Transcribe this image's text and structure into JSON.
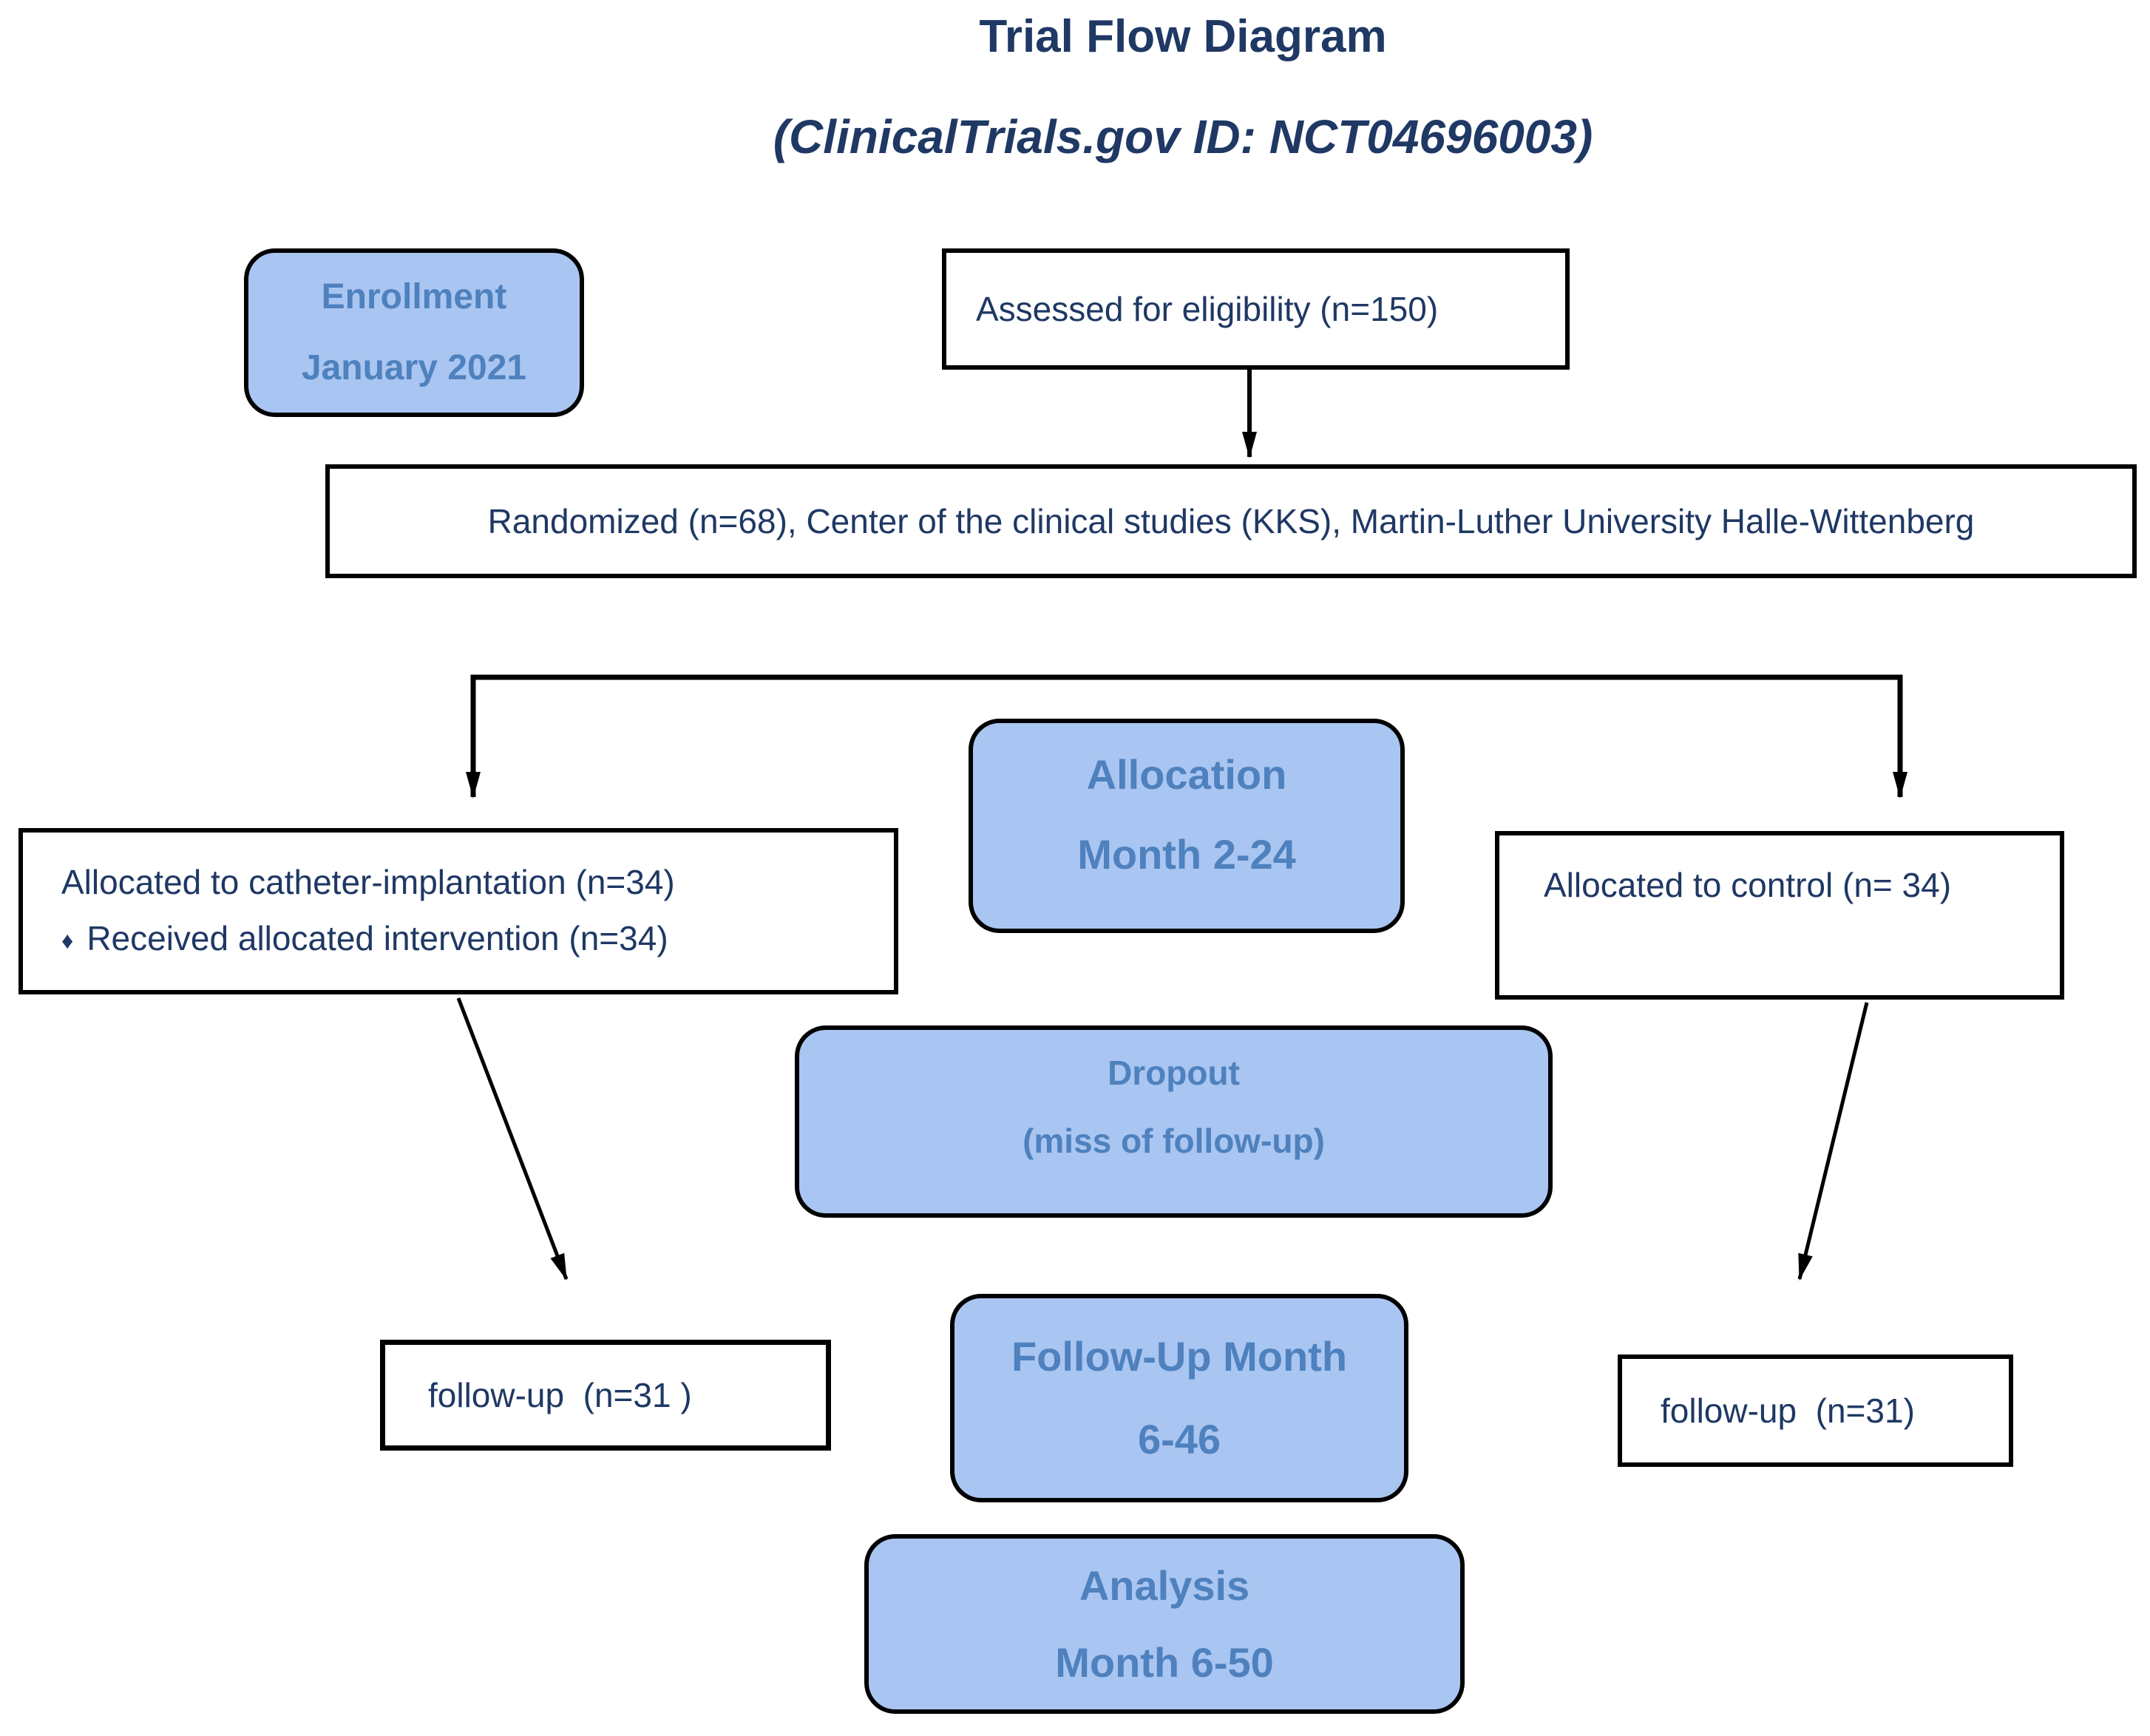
{
  "page": {
    "title": "Trial Flow Diagram",
    "subtitle": "(ClinicalTrials.gov ID: NCT04696003)"
  },
  "colors": {
    "heading_navy": "#1F3864",
    "stage_fill": "#A9C5F1",
    "stage_text": "#4E81BD",
    "box_border": "#000000",
    "box_text": "#1F3864"
  },
  "stages": {
    "enrollment": {
      "line1": "Enrollment",
      "line2": "January 2021"
    },
    "allocation": {
      "line1": "Allocation",
      "line2": "Month 2-24"
    },
    "dropout": {
      "line1": "Dropout",
      "line2": "(miss of follow-up)"
    },
    "followup": {
      "line1": "Follow-Up Month",
      "line2": "6-46"
    },
    "analysis": {
      "line1": "Analysis",
      "line2": "Month 6-50"
    }
  },
  "boxes": {
    "assessed": {
      "text": "Assessed for eligibility (n=150)"
    },
    "randomized": {
      "text": "Randomized (n=68), Center of the clinical studies (KKS), Martin-Luther University Halle-Wittenberg"
    },
    "allocated_intervention": {
      "line1": "Allocated to catheter-implantation (n=34)",
      "bullet": "♦",
      "line2": "Received allocated intervention (n=34)"
    },
    "allocated_control": {
      "text": "Allocated to control (n= 34)"
    },
    "followup_left": {
      "text": "follow-up  (n=31 )"
    },
    "followup_right": {
      "text": "follow-up  (n=31)"
    }
  }
}
